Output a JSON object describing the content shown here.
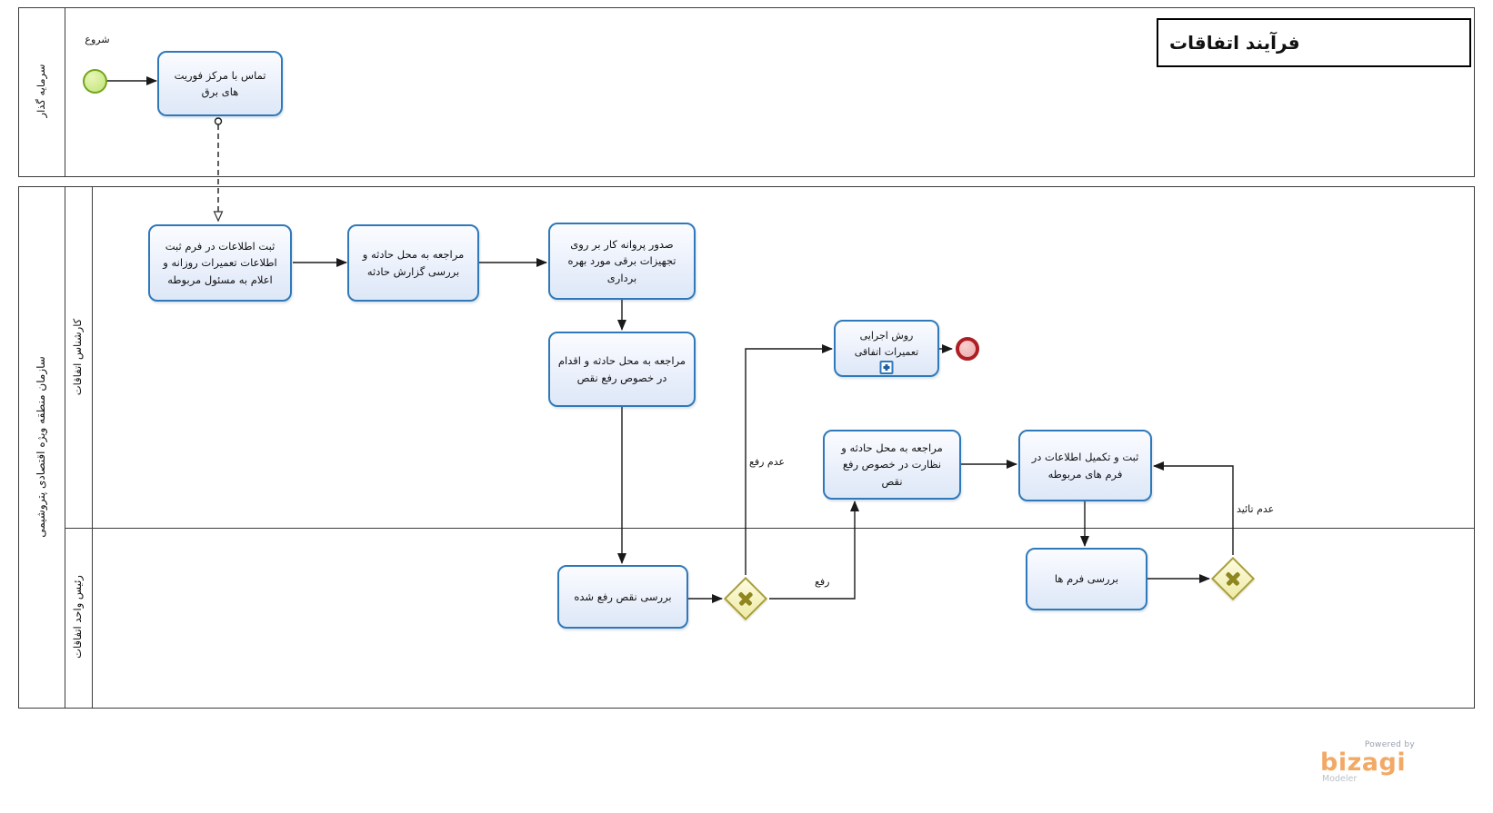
{
  "title": "فرآیند اتفاقات",
  "pools": {
    "investor": {
      "label": "سرمایه گذار"
    },
    "organization": {
      "label": "سازمان منطقه ویژه اقتصادی پتروشیمی",
      "lanes": {
        "expert": {
          "label": "کارشناس اتفاقات"
        },
        "head": {
          "label": "رئیس واحد اتفاقات"
        }
      }
    }
  },
  "events": {
    "start": {
      "label": "شروع"
    },
    "end": {
      "label": ""
    }
  },
  "tasks": {
    "call_center": "تماس با مرکز فوریت های برق",
    "register_info": "ثبت اطلاعات در فرم ثبت اطلاعات تعمیرات روزانه و اعلام به مسئول مربوطه",
    "visit_review": "مراجعه به محل حادثه و بررسی گزارش حادثه",
    "issue_permit": "صدور پروانه کار بر روی تجهیزات برقی مورد بهره برداری",
    "visit_fix": "مراجعه به محل حادثه و اقدام در خصوص رفع نقص",
    "review_fixed": "بررسی نقص رفع شده",
    "procedure_subprocess": "روش اجرایی تعمیرات اتفاقی",
    "visit_supervise": "مراجعه به محل حادثه و نظارت در خصوص رفع نقص",
    "complete_forms": "ثبت و تکمیل اطلاعات در فرم های مربوطه",
    "review_forms": "بررسی فرم ها"
  },
  "flow_labels": {
    "not_fixed": "عدم رفع",
    "fixed": "رفع",
    "not_approved": "عدم تائید"
  },
  "branding": {
    "powered_by": "Powered by",
    "logo": "bizagi",
    "modeler": "Modeler"
  },
  "colors": {
    "task_border": "#2f79ba",
    "task_fill": "#e6edfa",
    "gateway_border": "#a89e39",
    "gateway_fill": "#efeba6",
    "gateway_marker": "#8f861f",
    "start_border": "#72a31d",
    "start_fill": "#cde98a",
    "end_border": "#ad1f24",
    "end_fill": "#eba9a9",
    "flow_line": "#1a1a1a",
    "pool_border": "#3c3c3c",
    "logo_orange": "#f2a965",
    "logo_gray": "#97a1ab"
  }
}
